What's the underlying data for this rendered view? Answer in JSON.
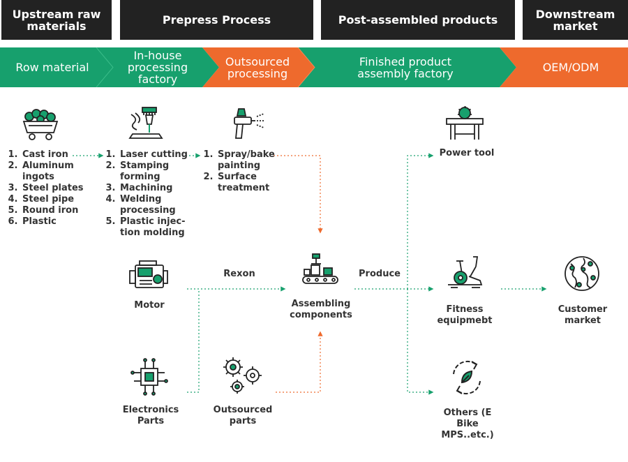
{
  "headers": [
    "Upstream raw materials",
    "Prepress Process",
    "Post-assembled products",
    "Downstream market"
  ],
  "stages": [
    "Row material",
    "In-house processing factory",
    "Outsourced processing",
    "Finished product assembly factory",
    "OEM/ODM"
  ],
  "colors": {
    "green": "#17A06D",
    "orange": "#EE6A2D",
    "dark": "#222222",
    "text": "#333333"
  },
  "raw_materials": [
    "Cast iron",
    "Aluminum ingots",
    "Steel plates",
    "Steel pipe",
    "Round iron",
    "Plastic"
  ],
  "inhouse_processes": [
    "Laser cutting",
    "Stamping forming",
    "Machining",
    "Welding processing",
    "Plastic injec-tion molding"
  ],
  "outsourced_processes": [
    "Spray/bake painting",
    "Surface treatment"
  ],
  "nodes": {
    "motor": "Motor",
    "electronics": "Electronics Parts",
    "outsourced_parts": "Outsourced parts",
    "assembling": "Assembling components",
    "power_tool": "Power tool",
    "fitness": "Fitness equipmebt",
    "others": "Others (E Bike MPS..etc.)",
    "customer": "Customer market"
  },
  "edge_labels": {
    "rexon": "Rexon",
    "produce": "Produce"
  },
  "icons": [
    "mine-cart-icon",
    "laser-cutting-icon",
    "spray-gun-icon",
    "engine-icon",
    "chip-icon",
    "gears-icon",
    "assembly-line-icon",
    "table-saw-icon",
    "exercise-bike-icon",
    "recycle-icon",
    "globe-icon"
  ]
}
